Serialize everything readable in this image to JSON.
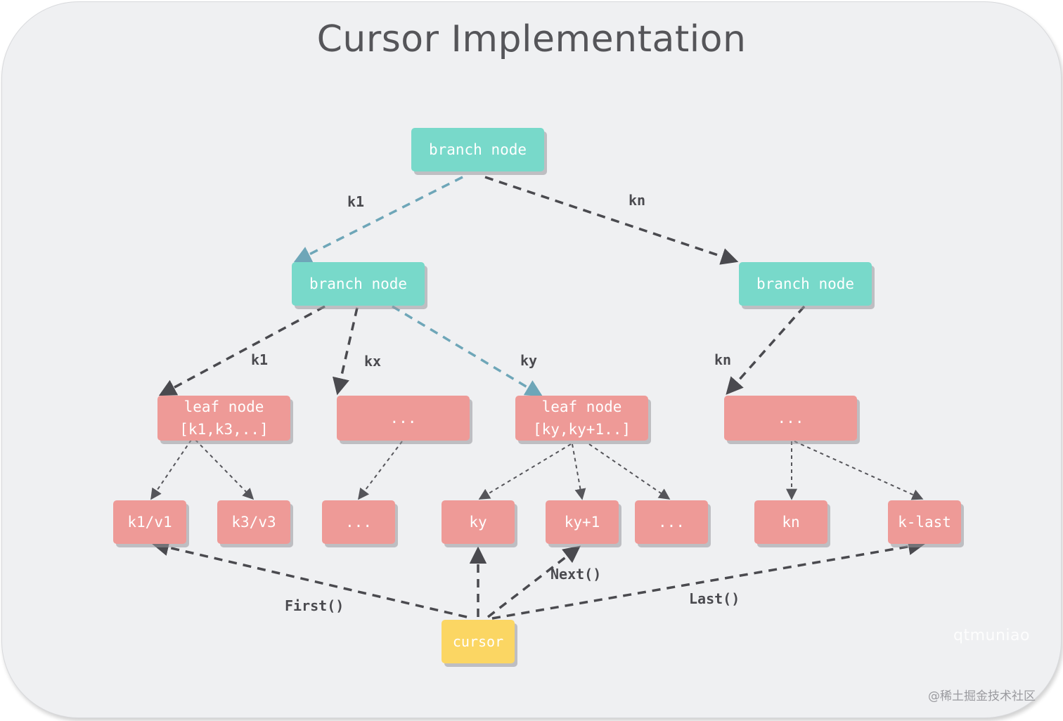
{
  "title": "Cursor Implementation",
  "nodes": {
    "root": "branch node",
    "branch_left": "branch node",
    "branch_right": "branch node",
    "leaf_k1": [
      "leaf node",
      "[k1,k3,..]"
    ],
    "leaf_dots1": "...",
    "leaf_ky": [
      "leaf node",
      "[ky,ky+1..]"
    ],
    "leaf_dots2": "...",
    "kv_k1": "k1/v1",
    "kv_k3": "k3/v3",
    "kv_dots1": "...",
    "kv_ky": "ky",
    "kv_ky1": "ky+1",
    "kv_dots2": "...",
    "kv_kn": "kn",
    "kv_klast": "k-last",
    "cursor": "cursor"
  },
  "edge_labels": {
    "root_k1": "k1",
    "root_kn": "kn",
    "left_k1": "k1",
    "left_kx": "kx",
    "left_ky": "ky",
    "right_kn": "kn",
    "first": "First()",
    "next": "Next()",
    "last": "Last()"
  },
  "colors": {
    "branch": "#78d9ca",
    "leaf": "#ee9a97",
    "cursor": "#fbd663",
    "edge_dark": "#4a4a4f",
    "edge_path": "#6ea6b8"
  },
  "watermark": "qtmuniao",
  "credit": "@稀土掘金技术社区"
}
